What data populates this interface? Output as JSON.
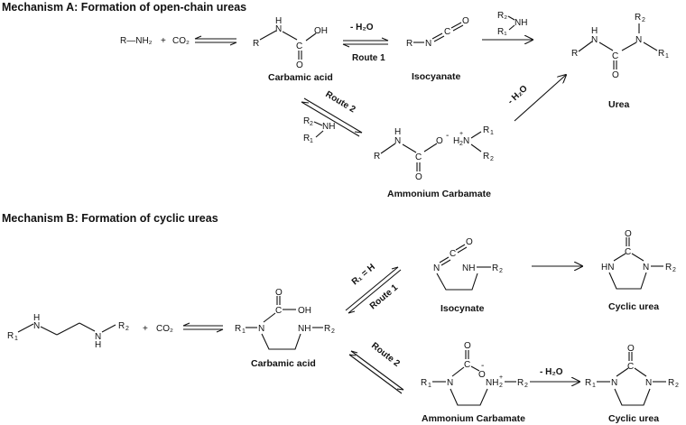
{
  "mechanism_a": {
    "title": "Mechanism A: Formation of open-chain ureas",
    "reactants": {
      "amine": "R—NH₂",
      "plus": "+",
      "co2": "CO₂"
    },
    "carbamic_acid_label": "Carbamic acid",
    "route1_condition": "- H₂O",
    "route1_label": "Route 1",
    "isocyanate_label": "Isocyanate",
    "amine_reagent": {
      "r2": "R₂",
      "nh": "NH",
      "r1": "R₁"
    },
    "urea_label": "Urea",
    "route2_label": "Route 2",
    "route2_condition": "- H₂O",
    "ammonium_carbamate_label": "Ammonium Carbamate"
  },
  "mechanism_b": {
    "title": "Mechanism B: Formation of cyclic ureas",
    "plus": "+",
    "co2": "CO₂",
    "carbamic_acid_label": "Carbamic acid",
    "route1_condition": "R₁ = H",
    "route1_label": "Route 1",
    "isocyanate_label": "Isocynate",
    "cyclic_urea_label_1": "Cyclic urea",
    "route2_label": "Route 2",
    "route2_condition": "- H₂O",
    "ammonium_carbamate_label": "Ammonium Carbamate",
    "cyclic_urea_label_2": "Cyclic urea"
  }
}
